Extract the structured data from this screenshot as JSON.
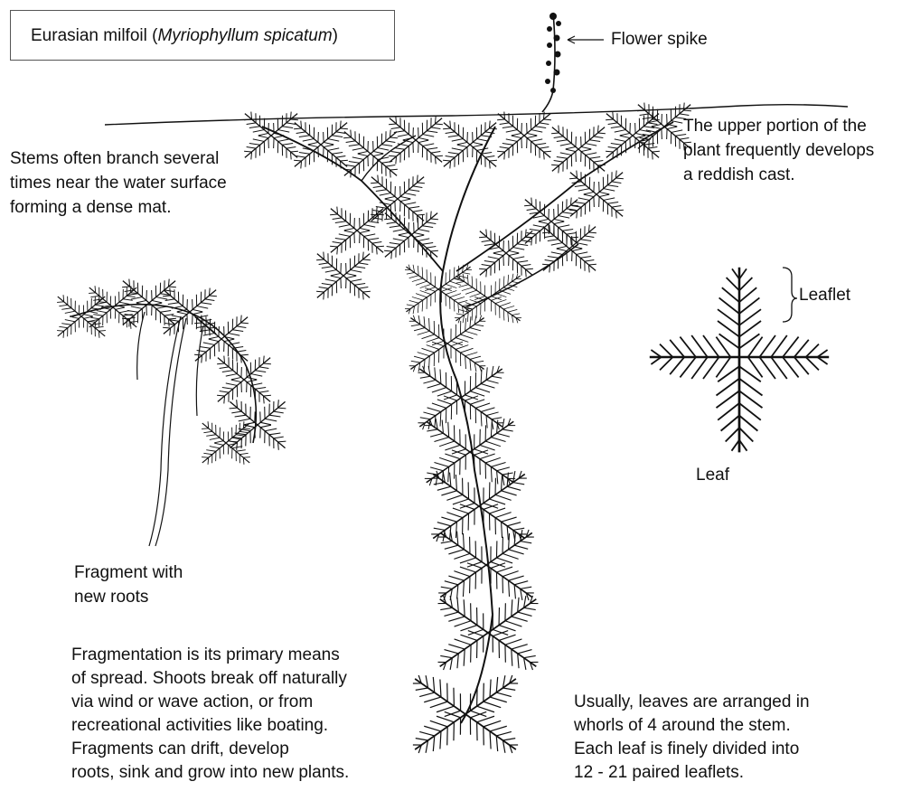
{
  "title": {
    "common_name": "Eurasian milfoil (",
    "scientific_name": "Myriophyllum spicatum",
    "close": ")"
  },
  "labels": {
    "flower_spike": "Flower spike",
    "upper_portion": [
      "The upper portion of the",
      "plant frequently develops",
      "a reddish cast."
    ],
    "stems": [
      "Stems often branch several",
      "times near the water surface",
      "forming a dense mat."
    ],
    "leaflet": "Leaflet",
    "leaf": "Leaf",
    "fragment": [
      "Fragment with",
      "new roots"
    ],
    "fragmentation": [
      "Fragmentation is its primary means",
      "of spread. Shoots break off naturally",
      "via wind or wave action, or from",
      "recreational activities like boating.",
      "Fragments can drift, develop",
      "roots, sink and grow into new plants."
    ],
    "whorls": [
      "Usually, leaves are arranged in",
      "whorls of 4 around the stem.",
      "Each leaf is finely divided into",
      "12 - 21 paired leaflets."
    ]
  },
  "colors": {
    "ink": "#111111",
    "background": "#ffffff",
    "box_border": "#555555"
  }
}
